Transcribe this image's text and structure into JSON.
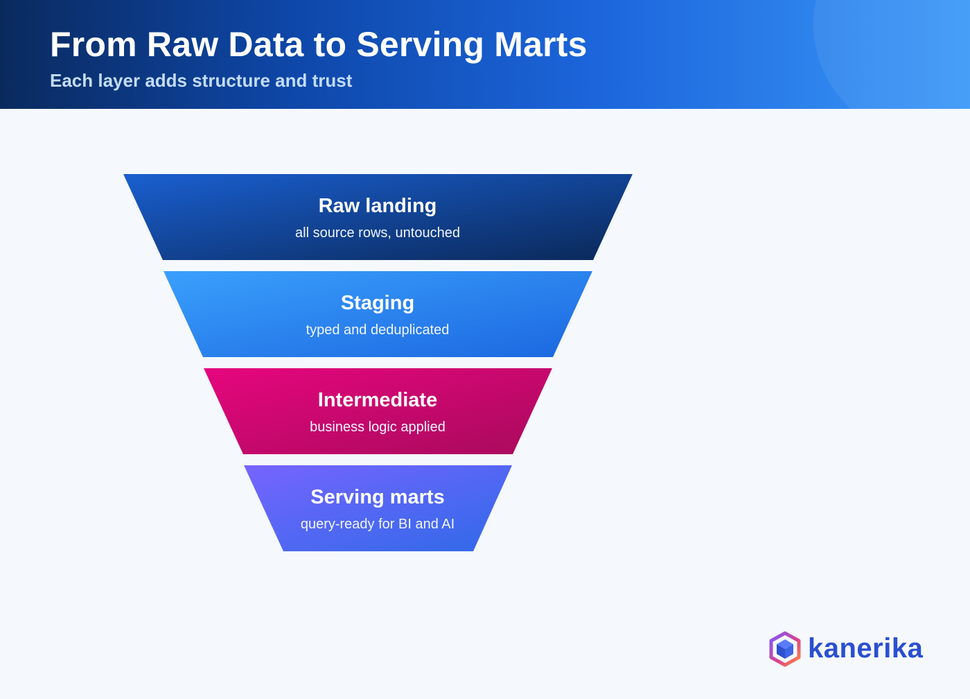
{
  "header": {
    "title": "From Raw Data to Serving Marts",
    "subtitle": "Each layer adds structure and trust"
  },
  "funnel": {
    "layers": [
      {
        "name": "Raw landing",
        "description": "all source rows, untouched",
        "color_start": "#1a5fd0",
        "color_end": "#0a2858"
      },
      {
        "name": "Staging",
        "description": "typed and deduplicated",
        "color_start": "#3aa0fc",
        "color_end": "#1c67e0"
      },
      {
        "name": "Intermediate",
        "description": "business logic applied",
        "color_start": "#e6067e",
        "color_end": "#a80a5c"
      },
      {
        "name": "Serving marts",
        "description": "query-ready for BI and AI",
        "color_start": "#7764ff",
        "color_end": "#2f6ae8"
      }
    ]
  },
  "brand": {
    "name": "kanerika",
    "color": "#2a4fd0"
  }
}
